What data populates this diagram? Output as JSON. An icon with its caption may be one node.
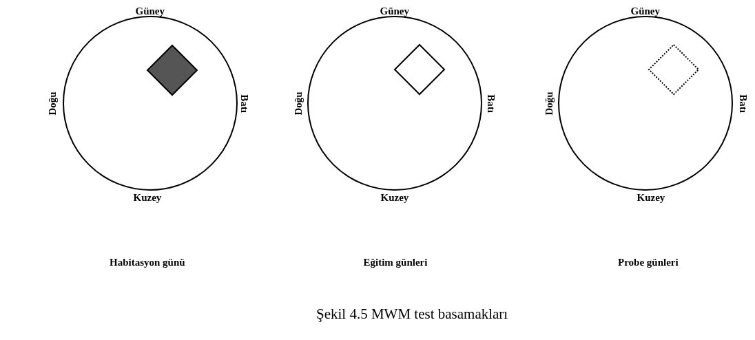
{
  "diagram": {
    "caption": "Şekil 4.5 MWM test basamakları",
    "labels": [
      "Güney",
      "Güney",
      "Güney",
      "Doğu",
      "Batı",
      "Doğu",
      "Batı",
      "Doğu",
      "Batı",
      "Kuzey",
      "Kuzey",
      "Kuzey",
      "Habitasyon günü",
      "Eğitim günleri",
      "Probe günleri"
    ]
  }
}
